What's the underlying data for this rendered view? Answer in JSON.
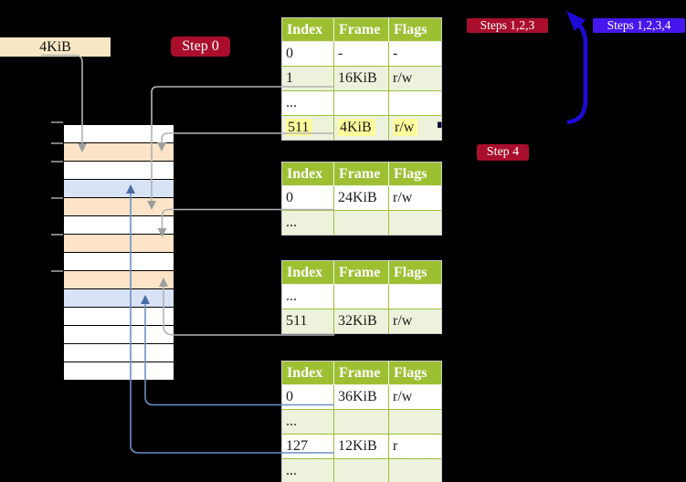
{
  "labels": {
    "frame_size": "4KiB",
    "step0": "Step 0",
    "steps123": "Steps 1,2,3",
    "steps1234": "Steps 1,2,3,4",
    "step4": "Step 4"
  },
  "memory": {
    "rows": [
      {
        "kind": "white"
      },
      {
        "kind": "peach"
      },
      {
        "kind": "white"
      },
      {
        "kind": "blue"
      },
      {
        "kind": "peach"
      },
      {
        "kind": "white"
      },
      {
        "kind": "peach"
      },
      {
        "kind": "white"
      },
      {
        "kind": "peach"
      },
      {
        "kind": "blue"
      },
      {
        "kind": "white"
      },
      {
        "kind": "white"
      },
      {
        "kind": "white"
      },
      {
        "kind": "white"
      }
    ]
  },
  "tables": [
    {
      "headers": [
        "Index",
        "Frame",
        "Flags"
      ],
      "rows": [
        {
          "cells": [
            "0",
            "-",
            "-"
          ],
          "shade": false,
          "highlight": false
        },
        {
          "cells": [
            "1",
            "16KiB",
            "r/w"
          ],
          "shade": true,
          "highlight": false
        },
        {
          "cells": [
            "...",
            "",
            ""
          ],
          "shade": false,
          "highlight": false
        },
        {
          "cells": [
            "511",
            "4KiB",
            "r/w"
          ],
          "shade": true,
          "highlight": true
        }
      ]
    },
    {
      "headers": [
        "Index",
        "Frame",
        "Flags"
      ],
      "rows": [
        {
          "cells": [
            "0",
            "24KiB",
            "r/w"
          ],
          "shade": false,
          "highlight": false
        },
        {
          "cells": [
            "...",
            "",
            ""
          ],
          "shade": true,
          "highlight": false
        }
      ]
    },
    {
      "headers": [
        "Index",
        "Frame",
        "Flags"
      ],
      "rows": [
        {
          "cells": [
            "...",
            "",
            ""
          ],
          "shade": false,
          "highlight": false
        },
        {
          "cells": [
            "511",
            "32KiB",
            "r/w"
          ],
          "shade": true,
          "highlight": false
        }
      ]
    },
    {
      "headers": [
        "Index",
        "Frame",
        "Flags"
      ],
      "rows": [
        {
          "cells": [
            "0",
            "36KiB",
            "r/w"
          ],
          "shade": false,
          "highlight": false
        },
        {
          "cells": [
            "...",
            "",
            ""
          ],
          "shade": true,
          "highlight": false
        },
        {
          "cells": [
            "127",
            "12KiB",
            "r"
          ],
          "shade": false,
          "highlight": false
        },
        {
          "cells": [
            "...",
            "",
            ""
          ],
          "shade": true,
          "highlight": false
        }
      ]
    }
  ],
  "colors": {
    "table_header_green": "#9dc033",
    "row_shade_green": "#ecf2dc",
    "highlight_yellow": "#fdfd9d",
    "header_sep": "#eef2e2",
    "table_border_gray": "#c9c9c9",
    "badge_red": "#a90e2c",
    "badge_blue": "#4617ec",
    "label_wheat": "#f7e7c4",
    "frame_white": "#ffffff",
    "frame_peach": "#fde4c8",
    "frame_blue": "#d9e3f6",
    "connector_gray": "#b3b3b3",
    "connector_gray_head": "#9e9e9e",
    "connector_blue": "#6e8fc4",
    "connector_blue_head": "#4a6da8",
    "loop_arrow_blue": "#1e0ad6"
  }
}
